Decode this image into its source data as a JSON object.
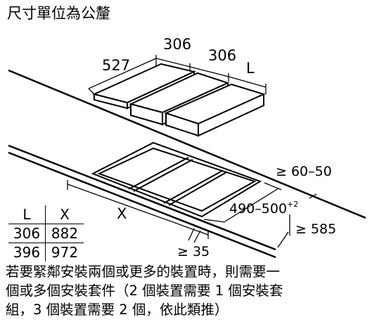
{
  "title": "尺寸單位為公釐",
  "dimensions": {
    "depth": "527",
    "width_1": "306",
    "width_2": "306",
    "width_L": "L",
    "cutout_x": "X",
    "cutout_depth": "490–500",
    "cutout_depth_tolerance": "+2",
    "edge_distance": "≥ 60–50",
    "min_depth": "≥ 585",
    "min_thickness": "≥ 35"
  },
  "table": {
    "headers": [
      "L",
      "X"
    ],
    "rows": [
      [
        "306",
        "882"
      ],
      [
        "396",
        "972"
      ]
    ]
  },
  "note": {
    "line1": "若要緊鄰安裝兩個或更多的裝置時，則需要一",
    "line2": "個或多個安裝套件（2 個裝置需要 1 個安裝套",
    "line3": "組，3 個裝置需要 2 個，依此類推）"
  }
}
